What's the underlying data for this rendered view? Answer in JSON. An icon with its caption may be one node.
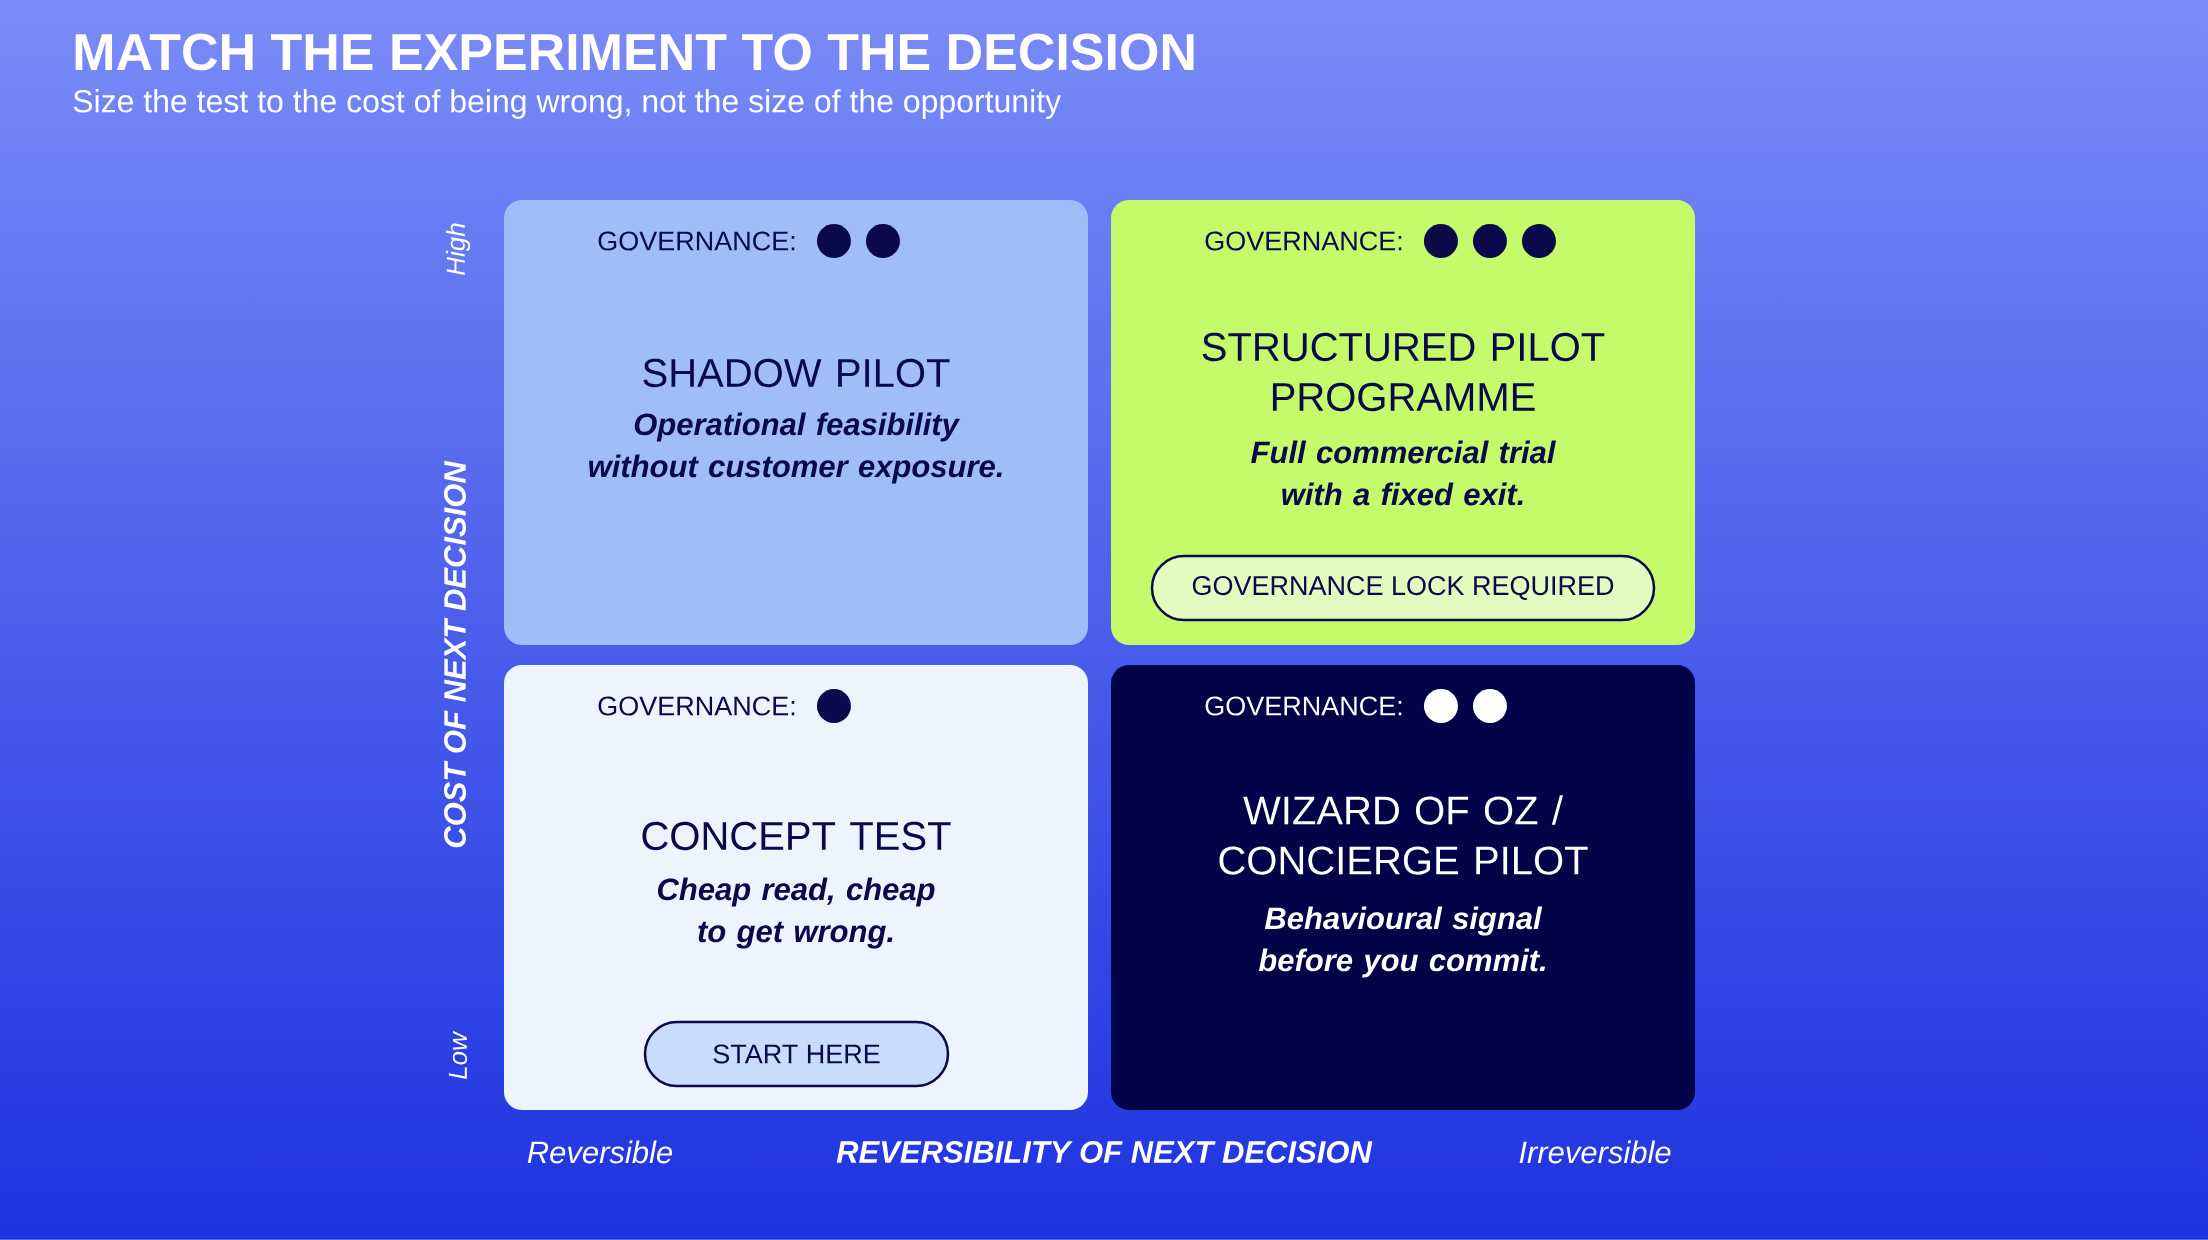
{
  "diagram": {
    "title": "MATCH THE EXPERIMENT TO THE DECISION",
    "caption": "Size the test to the cost of being wrong, not the size of the opportunity",
    "nodes": [
      {
        "text": [
          "GOVERNANCE:",
          "SHADOW PILOT",
          "Operational feasibility without customer exposure."
        ]
      },
      {
        "text": [
          "GOVERNANCE:",
          "STRUCTURED PILOT PROGRAMME",
          "Full commercial trial with a fixed exit."
        ]
      },
      {
        "text": [
          "GOVERNANCE LOCK REQUIRED"
        ],
        "in": 1
      },
      {
        "text": [
          "GOVERNANCE:",
          "CONCEPT TEST",
          "Cheap read, cheap to get wrong."
        ]
      },
      {
        "text": [
          "START HERE"
        ],
        "in": 3
      },
      {
        "text": [
          "GOVERNANCE:",
          "WIZARD OF OZ / CONCIERGE PILOT",
          "Behavioural signal before you commit."
        ]
      }
    ],
    "edges": [],
    "labels": [
      "High",
      "COST OF NEXT DECISION",
      "Low",
      "Reversible",
      "REVERSIBILITY OF NEXT DECISION",
      "Irreversible"
    ]
  }
}
